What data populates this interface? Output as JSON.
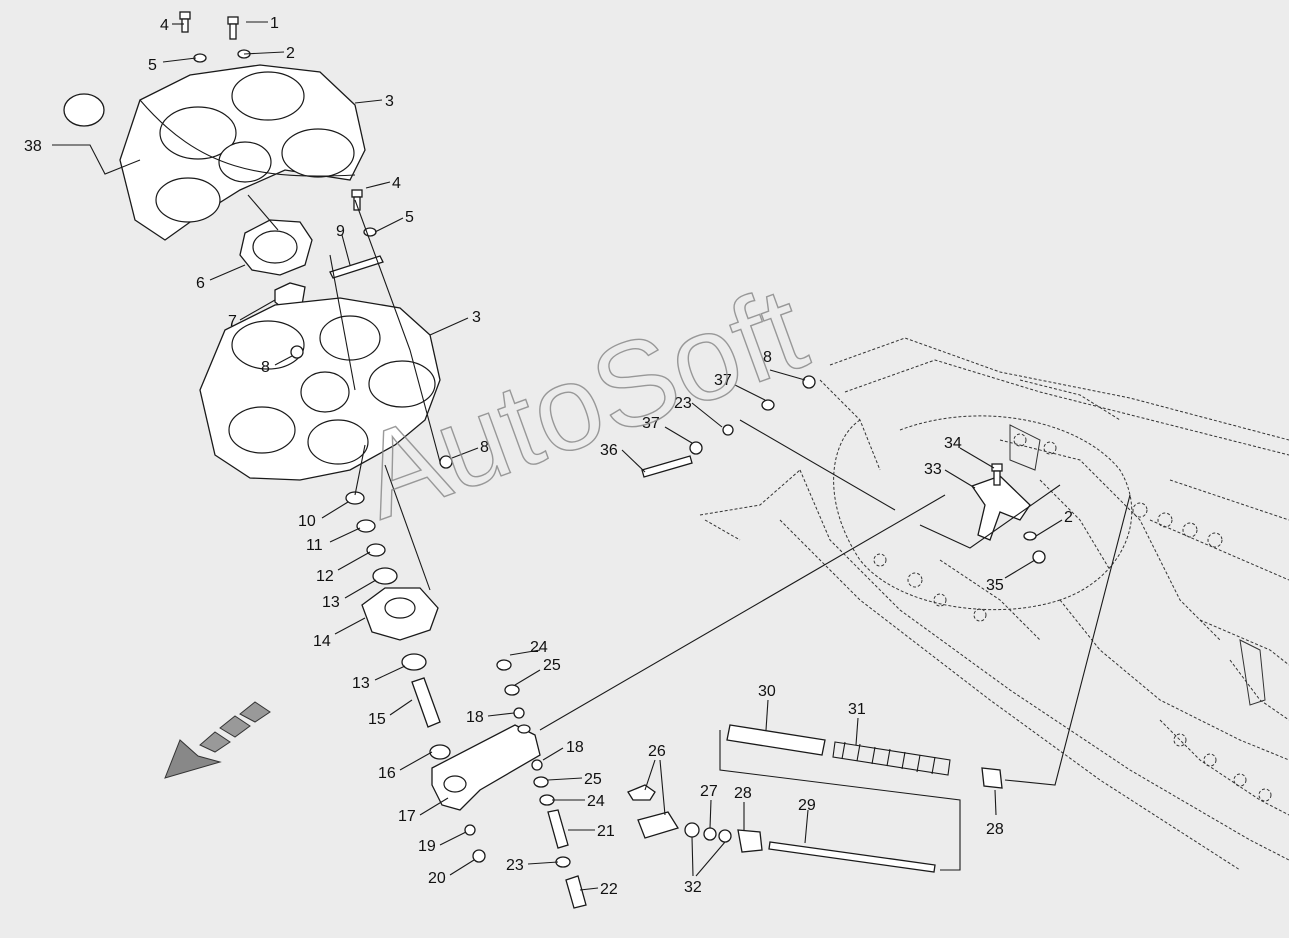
{
  "watermark": {
    "text": "AutoSoft"
  },
  "callouts": [
    {
      "id": "c1",
      "label": "1"
    },
    {
      "id": "c2",
      "label": "2"
    },
    {
      "id": "c3",
      "label": "3"
    },
    {
      "id": "c4",
      "label": "4"
    },
    {
      "id": "c5",
      "label": "5"
    },
    {
      "id": "c38",
      "label": "38"
    },
    {
      "id": "c4b",
      "label": "4"
    },
    {
      "id": "c5b",
      "label": "5"
    },
    {
      "id": "c9",
      "label": "9"
    },
    {
      "id": "c6",
      "label": "6"
    },
    {
      "id": "c7",
      "label": "7"
    },
    {
      "id": "c3b",
      "label": "3"
    },
    {
      "id": "c8a",
      "label": "8"
    },
    {
      "id": "c8b",
      "label": "8"
    },
    {
      "id": "c8c",
      "label": "8"
    },
    {
      "id": "c37a",
      "label": "37"
    },
    {
      "id": "c23a",
      "label": "23"
    },
    {
      "id": "c37b",
      "label": "37"
    },
    {
      "id": "c36",
      "label": "36"
    },
    {
      "id": "c34",
      "label": "34"
    },
    {
      "id": "c33",
      "label": "33"
    },
    {
      "id": "c2b",
      "label": "2"
    },
    {
      "id": "c35",
      "label": "35"
    },
    {
      "id": "c10",
      "label": "10"
    },
    {
      "id": "c11",
      "label": "11"
    },
    {
      "id": "c12",
      "label": "12"
    },
    {
      "id": "c13a",
      "label": "13"
    },
    {
      "id": "c14",
      "label": "14"
    },
    {
      "id": "c13b",
      "label": "13"
    },
    {
      "id": "c15",
      "label": "15"
    },
    {
      "id": "c24a",
      "label": "24"
    },
    {
      "id": "c25a",
      "label": "25"
    },
    {
      "id": "c18a",
      "label": "18"
    },
    {
      "id": "c16",
      "label": "16"
    },
    {
      "id": "c17",
      "label": "17"
    },
    {
      "id": "c18b",
      "label": "18"
    },
    {
      "id": "c25b",
      "label": "25"
    },
    {
      "id": "c24b",
      "label": "24"
    },
    {
      "id": "c21",
      "label": "21"
    },
    {
      "id": "c19",
      "label": "19"
    },
    {
      "id": "c20",
      "label": "20"
    },
    {
      "id": "c23b",
      "label": "23"
    },
    {
      "id": "c22",
      "label": "22"
    },
    {
      "id": "c26",
      "label": "26"
    },
    {
      "id": "c27",
      "label": "27"
    },
    {
      "id": "c28a",
      "label": "28"
    },
    {
      "id": "c29",
      "label": "29"
    },
    {
      "id": "c32",
      "label": "32"
    },
    {
      "id": "c30",
      "label": "30"
    },
    {
      "id": "c31",
      "label": "31"
    },
    {
      "id": "c28b",
      "label": "28"
    }
  ]
}
